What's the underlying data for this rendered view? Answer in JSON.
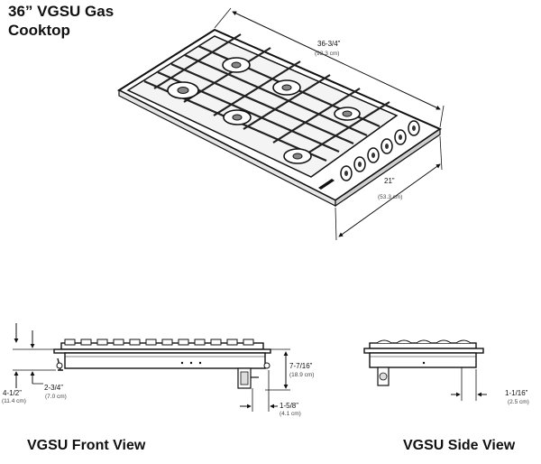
{
  "title": {
    "line1": "36” VGSU Gas",
    "line2": "Cooktop"
  },
  "top_view": {
    "width_dim": "36-3/4”",
    "width_dim_metric": "(93.3 cm)",
    "depth_dim": "21”",
    "depth_dim_metric": "(53.3 cm)"
  },
  "front_view": {
    "label": "VGSU Front View",
    "dim_overall_height": "4-1/2”",
    "dim_overall_height_metric": "(11.4 cm)",
    "dim_below": "2-3/4”",
    "dim_below_metric": "(7.0 cm)",
    "dim_right_height": "7-7/16”",
    "dim_right_height_metric": "(18.9 cm)",
    "dim_right_offset": "1-5/8”",
    "dim_right_offset_metric": "(4.1 cm)"
  },
  "side_view": {
    "label": "VGSU Side View",
    "dim_offset": "1-1/16”",
    "dim_offset_metric": "(2.5 cm)"
  }
}
